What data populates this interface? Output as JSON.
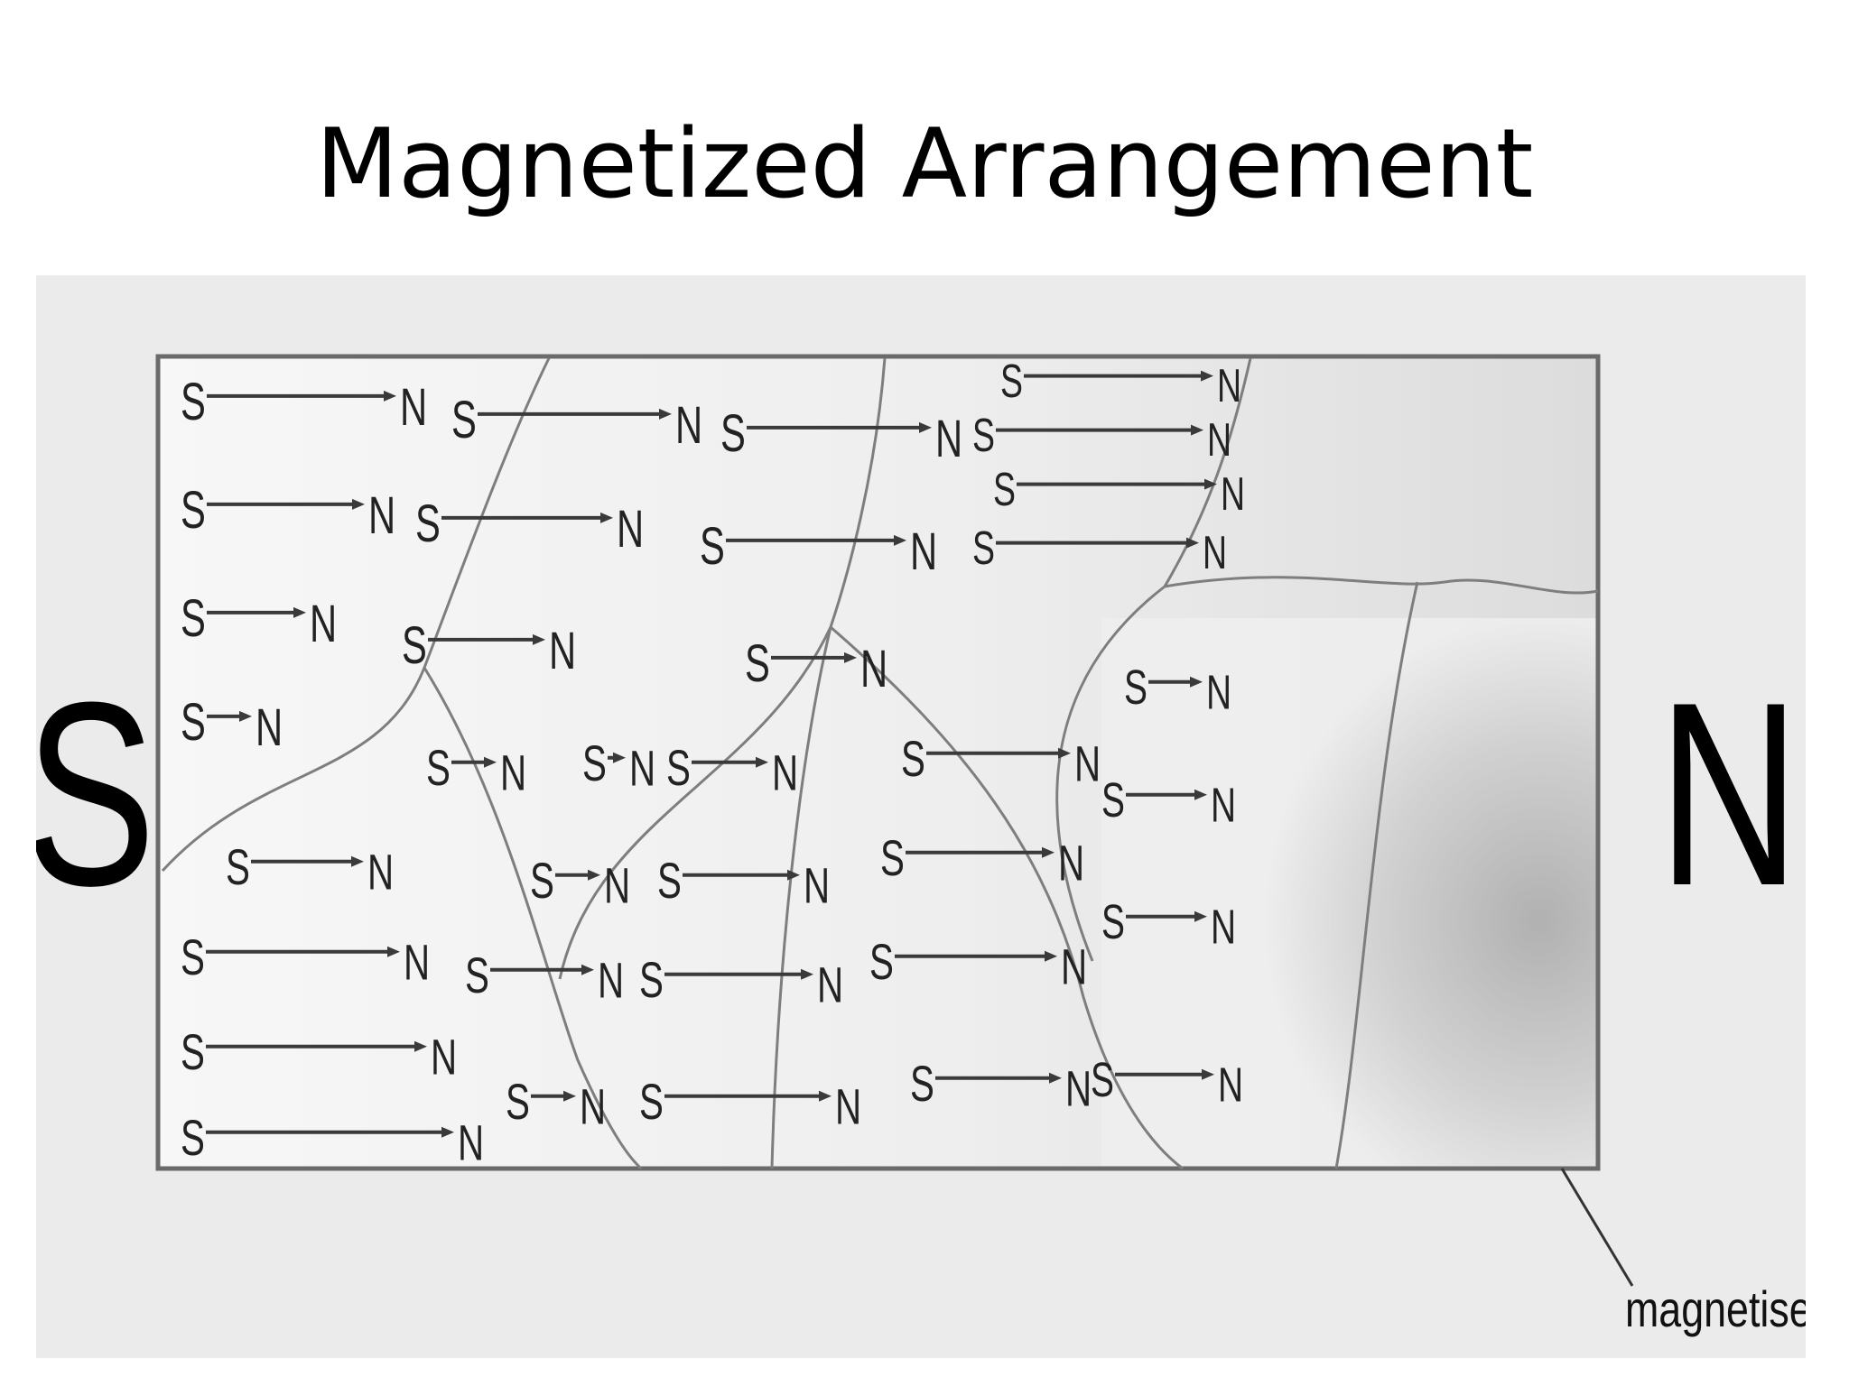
{
  "slide": {
    "title": "Magnetized Arrangement"
  },
  "diagram": {
    "magnet_pole_left": "S",
    "magnet_pole_right": "N",
    "dipole_south_label": "S",
    "dipole_north_label": "N",
    "annotation": "magnetised"
  },
  "colors": {
    "background": "#ffffff",
    "figure_background": "#ebebeb",
    "bar_fill": "#f4f4f4",
    "shaded_domain": "#b9b9b9",
    "arrow": "#3a3a3a",
    "text": "#000000"
  }
}
